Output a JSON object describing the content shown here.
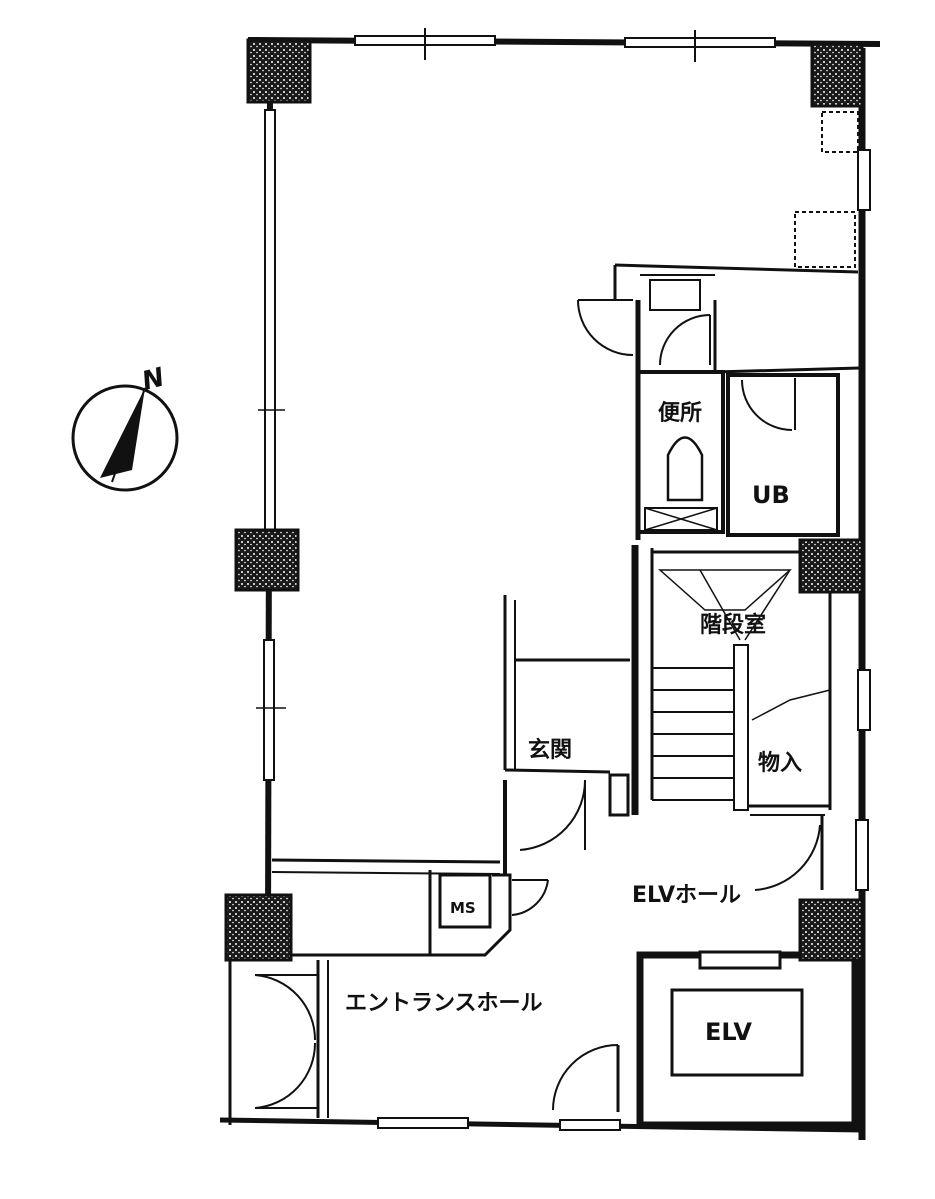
{
  "compass": {
    "north_label": "N"
  },
  "rooms": {
    "toilet": "便所",
    "unit_bath": "UB",
    "stairwell": "階段室",
    "entrance": "玄関",
    "storage": "物入",
    "elevator_hall": "ELVホール",
    "ms": "MS",
    "entrance_hall": "エントランスホール",
    "elevator": "ELV"
  },
  "colors": {
    "ink": "#111111",
    "paper": "#ffffff",
    "column_fill": "#1a1a1a"
  }
}
